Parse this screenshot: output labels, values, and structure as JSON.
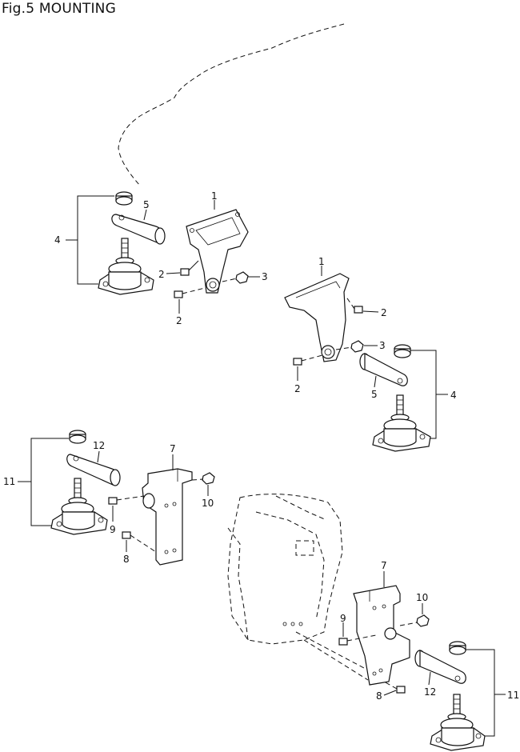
{
  "figure": {
    "title": "Fig.5 MOUNTING"
  },
  "callouts": [
    {
      "id": "c1a",
      "text": "1"
    },
    {
      "id": "c1b",
      "text": "1"
    },
    {
      "id": "c2a",
      "text": "2"
    },
    {
      "id": "c2b",
      "text": "2"
    },
    {
      "id": "c2c",
      "text": "2"
    },
    {
      "id": "c2d",
      "text": "2"
    },
    {
      "id": "c3a",
      "text": "3"
    },
    {
      "id": "c3b",
      "text": "3"
    },
    {
      "id": "c4a",
      "text": "4"
    },
    {
      "id": "c4b",
      "text": "4"
    },
    {
      "id": "c5a",
      "text": "5"
    },
    {
      "id": "c5b",
      "text": "5"
    },
    {
      "id": "c7a",
      "text": "7"
    },
    {
      "id": "c7b",
      "text": "7"
    },
    {
      "id": "c8a",
      "text": "8"
    },
    {
      "id": "c8b",
      "text": "8"
    },
    {
      "id": "c9a",
      "text": "9"
    },
    {
      "id": "c9b",
      "text": "9"
    },
    {
      "id": "c10a",
      "text": "10"
    },
    {
      "id": "c10b",
      "text": "10"
    },
    {
      "id": "c11a",
      "text": "11"
    },
    {
      "id": "c11b",
      "text": "11"
    },
    {
      "id": "c12a",
      "text": "12"
    },
    {
      "id": "c12b",
      "text": "12"
    }
  ]
}
